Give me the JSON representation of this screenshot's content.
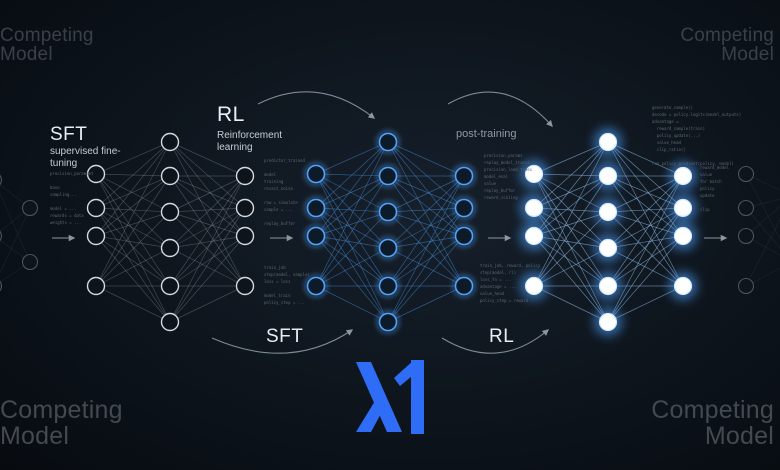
{
  "corner_labels": {
    "top_left": [
      "Competing",
      "Model"
    ],
    "top_right": [
      "Competing",
      "Model"
    ],
    "bottom_left": [
      "Competing",
      "Model"
    ],
    "bottom_right": [
      "Competing",
      "Model"
    ]
  },
  "labels": {
    "sft_title": "SFT",
    "sft_subtitle": "supervised fine-tuning",
    "rl_title": "RL",
    "rl_subtitle": "Reinforcement learning",
    "post_training": "post-training",
    "sft_bottom": "SFT",
    "rl_bottom": "RL"
  },
  "code_snippets": {
    "a": "precision_paramset\n\nbase\nsampling...\n\nmodel = ...\nrewards = data\nweights = ...",
    "b": "predictor_trained\n\nmodel\ntraining\nrecast_noise\n\nraw = simulate\nsample = ...\n\nreplay_buffer",
    "c": "train_job\nstep(model, sample)\nloss = loss\n\nmodel_train\npolicy_step = ...",
    "d": "precision_params\nreplay_model_traces\nprecision_load_trees\nmodel_eval\nvalue\nreplay_buffer\nreward_scaling",
    "e": "train_job, reward, policy\nstep(model, rl)\nloss_fn = ...\nadvantage = ...\nvalue_head\npolicy_step = reward",
    "f": "generate_sample()\ndecode = policy.logits(model_outputs)\nadvantage =\n  reward_sample(train)\n  policy_update(...)\n  value_head\n  clip_ratio()\n\nrun_policy_gradient(policy, model)",
    "g": "reward_model\nvalue\nfor batch\npolicy\nupdate\n\nclip"
  },
  "icons": {
    "logo": "xai-logo-icon"
  },
  "colors": {
    "background": "#0d141c",
    "network_gray": "#c9ced3",
    "network_blue": "#4fa3ff",
    "network_glow": "#9fd0ff",
    "logo_blue": "#2f6df6"
  }
}
